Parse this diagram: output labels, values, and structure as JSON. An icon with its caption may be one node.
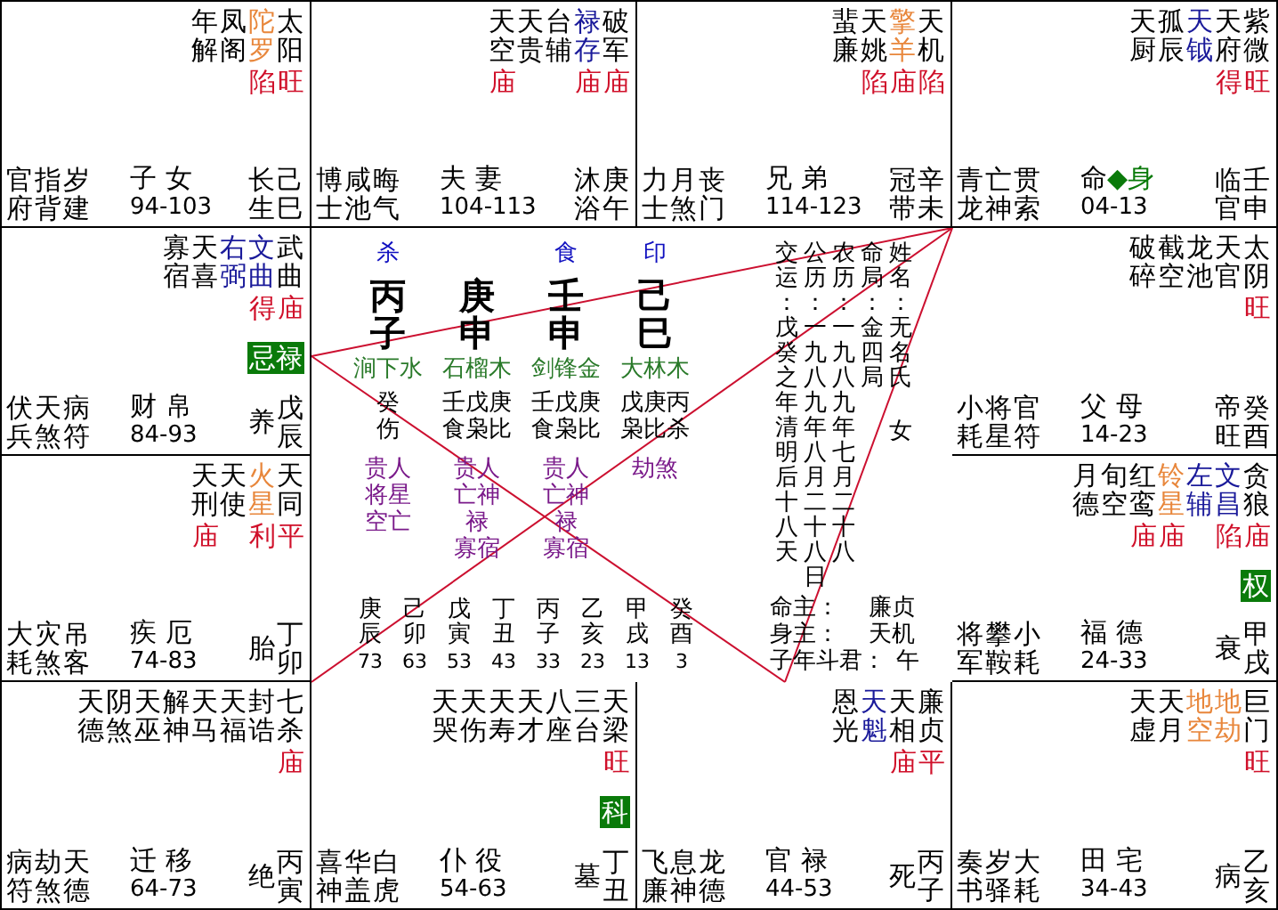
{
  "diagram": {
    "nodes": [
      {
        "text": [
          "年解",
          "凤阁",
          "陀罗",
          "太阳",
          "陷",
          "旺",
          "官府",
          "指背",
          "岁建",
          "子 女",
          "94-103",
          "长生",
          "己巳"
        ]
      },
      {
        "text": [
          "天空",
          "天贵",
          "台辅",
          "禄存",
          "破军",
          "庙",
          "庙",
          "庙",
          "博士",
          "咸池",
          "晦气",
          "夫 妻",
          "104-113",
          "沐浴",
          "庚午"
        ]
      },
      {
        "text": [
          "蜚廉",
          "天姚",
          "擎羊",
          "天机",
          "陷",
          "庙",
          "陷",
          "力士",
          "月煞",
          "丧门",
          "兄 弟",
          "114-123",
          "冠带",
          "辛未"
        ]
      },
      {
        "text": [
          "天厨",
          "孤辰",
          "天钺",
          "天府",
          "紫微",
          "得",
          "旺",
          "青龙",
          "亡神",
          "贯索",
          "命",
          "◆身",
          "04-13",
          "临官",
          "壬申"
        ]
      },
      {
        "text": [
          "寡宿",
          "天喜",
          "右弼",
          "文曲",
          "武曲",
          "得",
          "庙",
          "忌禄",
          "伏兵",
          "天煞",
          "病符",
          "财 帛",
          "84-93",
          "养",
          "戊辰"
        ]
      },
      {
        "text": [
          "破碎",
          "截空",
          "龙池",
          "天官",
          "太阴",
          "旺",
          "小耗",
          "将星",
          "官符",
          "父 母",
          "14-23",
          "帝旺",
          "癸酉"
        ]
      },
      {
        "text": [
          "天刑",
          "天使",
          "火星",
          "天同",
          "庙",
          "利",
          "平",
          "大耗",
          "灾煞",
          "吊客",
          "疾 厄",
          "74-83",
          "胎",
          "丁卯"
        ]
      },
      {
        "text": [
          "月德",
          "旬空",
          "红鸾",
          "铃星",
          "左辅",
          "文昌",
          "贪狼",
          "庙",
          "庙",
          "陷",
          "庙",
          "权",
          "将军",
          "攀鞍",
          "小耗",
          "福 德",
          "24-33",
          "衰",
          "甲戌"
        ]
      },
      {
        "text": [
          "天德",
          "阴煞",
          "天巫",
          "解神",
          "天马",
          "天福",
          "封诰",
          "七杀",
          "庙",
          "病符",
          "劫煞",
          "天德",
          "迁 移",
          "64-73",
          "绝",
          "丙寅"
        ]
      },
      {
        "text": [
          "天哭",
          "天伤",
          "天寿",
          "天才",
          "八座",
          "三台",
          "天梁",
          "旺",
          "科",
          "喜神",
          "华盖",
          "白虎",
          "仆 役",
          "54-63",
          "墓",
          "丁丑"
        ]
      },
      {
        "text": [
          "恩光",
          "天魁",
          "天相",
          "廉贞",
          "庙",
          "平",
          "飞廉",
          "息神",
          "龙德",
          "官 禄",
          "44-53",
          "死",
          "丙子"
        ]
      },
      {
        "text": [
          "天虚",
          "天月",
          "地空",
          "地劫",
          "巨门",
          "旺",
          "奏书",
          "岁驿",
          "大耗",
          "田 宅",
          "34-43",
          "病",
          "乙亥"
        ]
      }
    ],
    "edges": [
      {
        "from": 3,
        "to": 4,
        "arrow": "none"
      },
      {
        "from": 3,
        "to": 8,
        "arrow": "none"
      },
      {
        "from": 3,
        "to": 10,
        "arrow": "none"
      },
      {
        "from": 4,
        "to": 10,
        "arrow": "none"
      }
    ],
    "labels": [
      "杀",
      "食",
      "印",
      "丙子",
      "庚申",
      "壬申",
      "己巳",
      "涧下水",
      "石榴木",
      "剑锋金",
      "大林木",
      "癸",
      "伤",
      "壬戊庚",
      "食枭比",
      "壬戊庚",
      "食枭比",
      "戊庚丙",
      "枭比杀",
      "贵人",
      "将星",
      "空亡",
      "贵人",
      "亡神",
      "禄",
      "寡宿",
      "贵人",
      "亡神",
      "禄",
      "寡宿",
      "劫煞",
      "庚辰",
      "73",
      "己卯",
      "63",
      "戊寅",
      "53",
      "丁丑",
      "43",
      "丙子",
      "33",
      "乙亥",
      "23",
      "甲戌",
      "13",
      "癸酉",
      "3",
      "交运：戊癸之年清明后十八天",
      "公历：一九八九年八月二十八日",
      "农历：一九八九年七月二十八",
      "命局：金四局",
      "姓名：无名氏",
      "女",
      "命主：",
      "廉贞",
      "身主：",
      "天机",
      "子年斗君：",
      "午"
    ]
  }
}
